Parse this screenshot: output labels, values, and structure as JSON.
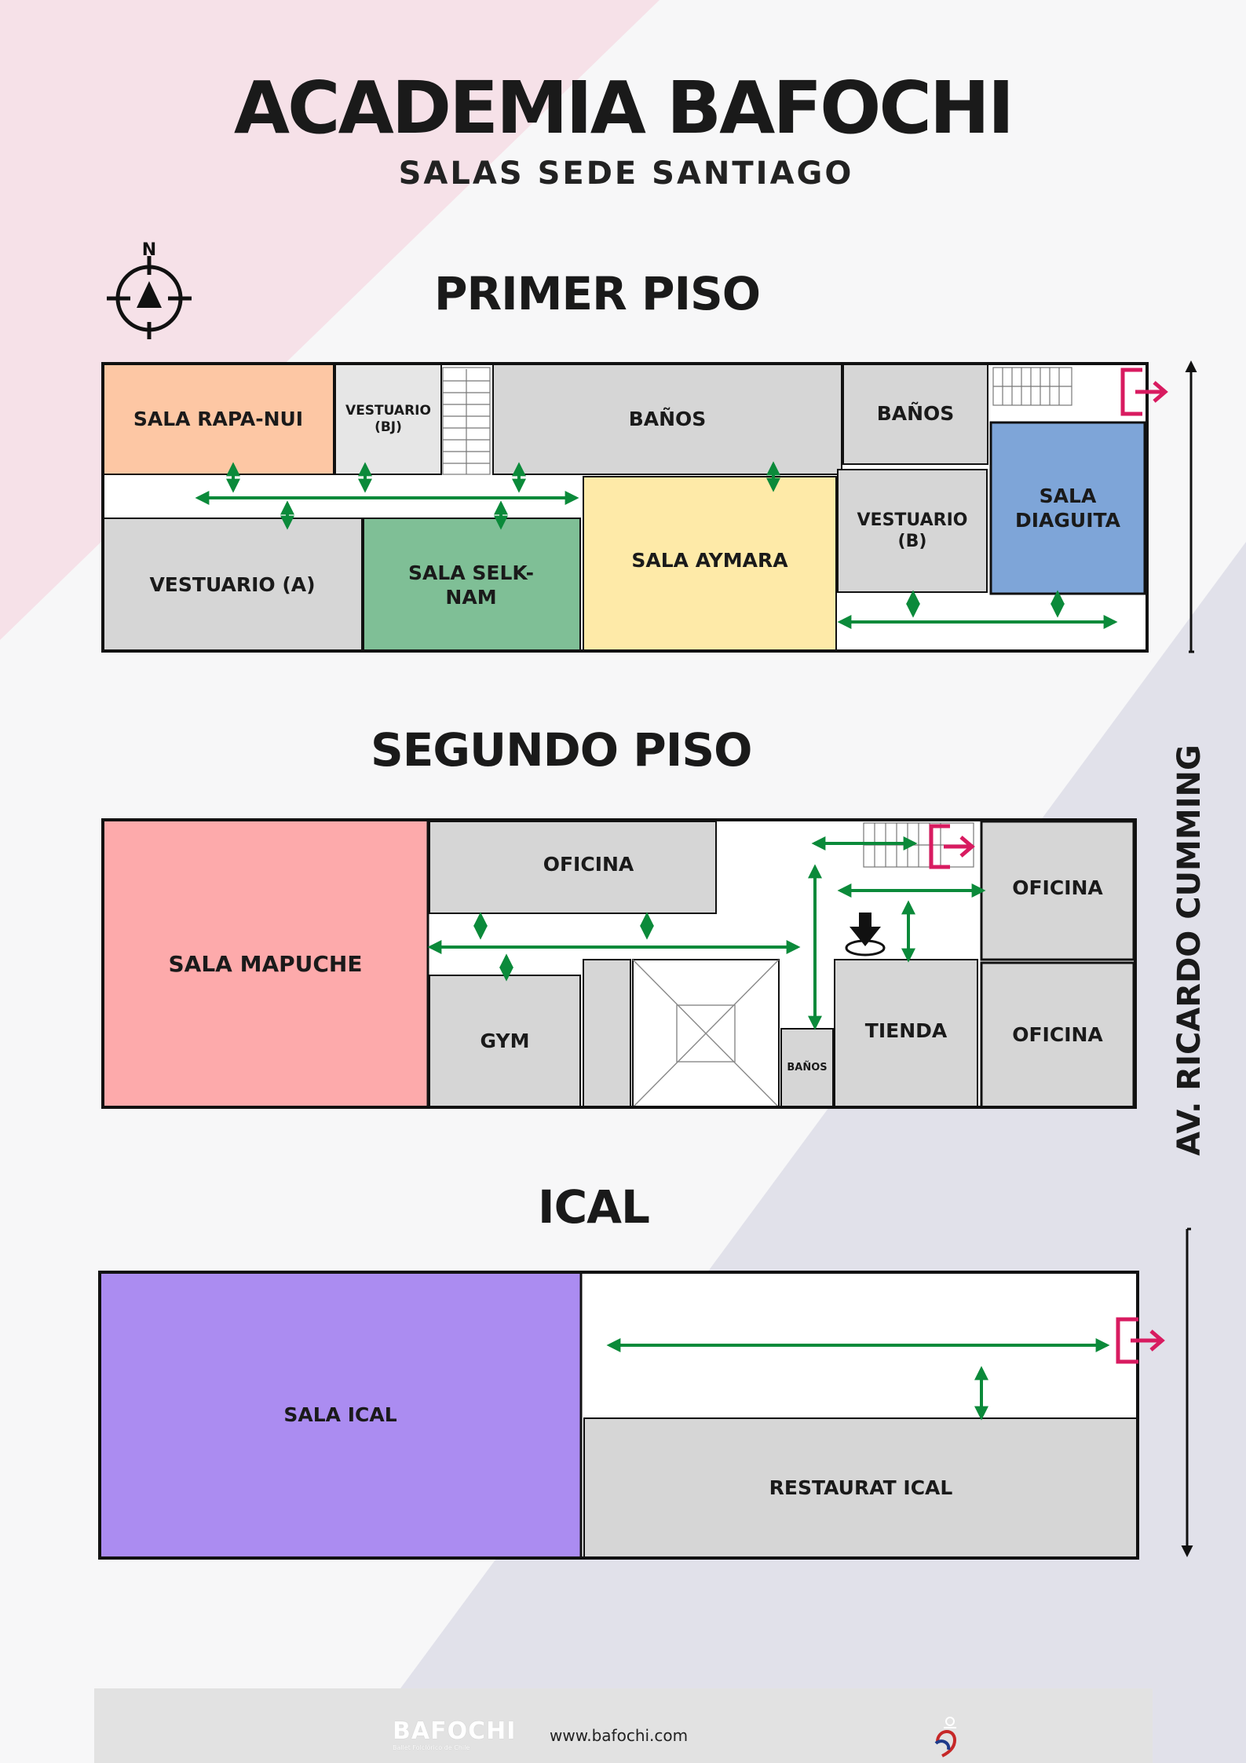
{
  "header": {
    "title": "ACADEMIA BAFOCHI",
    "subtitle": "SALAS SEDE SANTIAGO",
    "compass_label": "N"
  },
  "street_label": "AV. RICARDO CUMMING",
  "floors": {
    "primer_piso": {
      "title": "PRIMER PISO",
      "rooms": {
        "sala_rapa_nui": "SALA RAPA-NUI",
        "vestuario_bj": "VESTUARIO (BJ)",
        "banos_1": "BAÑOS",
        "banos_2": "BAÑOS",
        "vestuario_a": "VESTUARIO (A)",
        "sala_selk_nam": "SALA SELK-NAM",
        "sala_aymara": "SALA AYMARA",
        "vestuario_b": "VESTUARIO (B)",
        "sala_diaguita": "SALA DIAGUITA"
      }
    },
    "segundo_piso": {
      "title": "SEGUNDO PISO",
      "rooms": {
        "sala_mapuche": "SALA MAPUCHE",
        "oficina_1": "OFICINA",
        "oficina_2": "OFICINA",
        "oficina_3": "OFICINA",
        "gym": "GYM",
        "banos": "BAÑOS",
        "tienda": "TIENDA"
      }
    },
    "ical": {
      "title": "ICAL",
      "rooms": {
        "sala_ical": "SALA ICAL",
        "restaurant_ical": "RESTAURAT ICAL"
      }
    }
  },
  "footer": {
    "logo_text": "BAFOCHI",
    "logo_tagline": "Ballet Folclórico de Chile",
    "url": "www.bafochi.com"
  },
  "colors": {
    "sala_rapa_nui": "#fdc7a4",
    "sala_selk_nam": "#7fbf96",
    "sala_aymara": "#feeaa8",
    "sala_diaguita": "#7ea5d8",
    "sala_mapuche": "#fdaaab",
    "sala_ical": "#ab8cf1",
    "gray_room": "#d6d6d6",
    "arrow_green": "#0b8a3a",
    "exit_red": "#d81b60",
    "bg_pink": "#f6e1e8",
    "bg_lavender": "#e1e1ea"
  }
}
